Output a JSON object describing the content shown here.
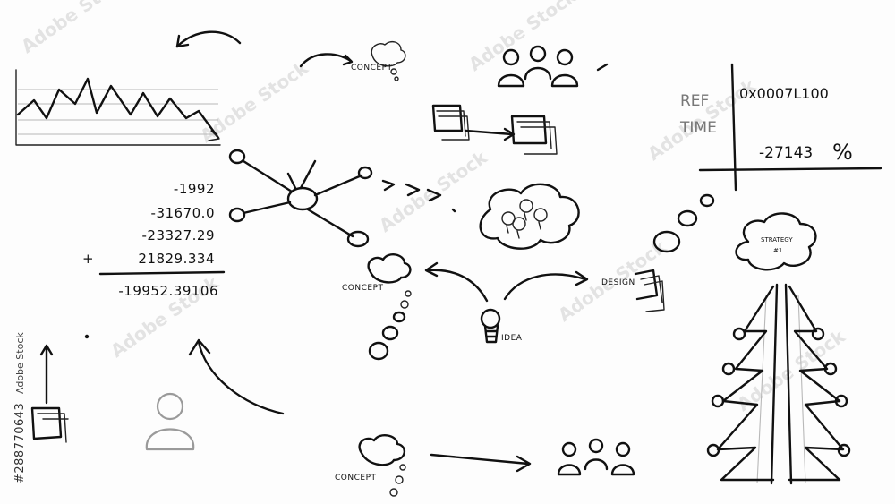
{
  "watermark": {
    "brand": "Adobe Stock",
    "id_text": "#288770643"
  },
  "numbers": {
    "values": [
      "-1992",
      "-31670.0",
      "-23327.29",
      "21829.334"
    ],
    "operator": "+",
    "total": "-19952.39106"
  },
  "ref_panel": {
    "ref_label": "REF",
    "ref_value": "0x0007L100",
    "time_label": "TIME",
    "time_value": "-27143",
    "percent_sign": "%"
  },
  "labels": {
    "concept_top": "CONCEPT",
    "concept_mid": "CONCEPT",
    "concept_bottom": "CONCEPT",
    "idea": "IDEA",
    "design": "DESIGN",
    "strategy": "STRATEGY",
    "strategy_sub": "#1"
  },
  "icons": {
    "people": "people-group-icon",
    "person": "person-icon",
    "bulb": "lightbulb-icon",
    "cloud": "thought-cloud-icon",
    "papers": "paper-stack-icon"
  }
}
